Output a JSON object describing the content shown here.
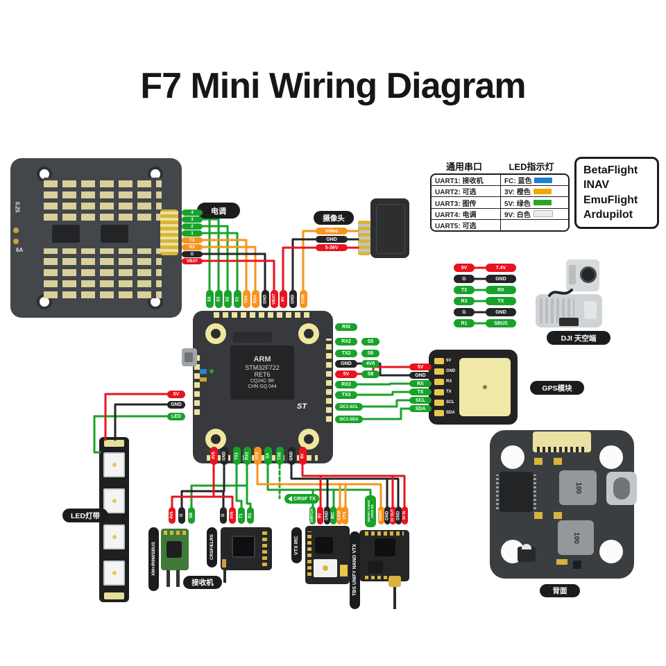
{
  "title": "F7 Mini Wiring Diagram",
  "uart_table": {
    "col1_header": "通用串口",
    "col2_header": "LED指示灯",
    "rows": [
      {
        "uart": "UART1: 接收机",
        "led": "FC: 蓝色",
        "color": "#1d7fd1"
      },
      {
        "uart": "UART2: 可选",
        "led": "3V: 橙色",
        "color": "#f7a600"
      },
      {
        "uart": "UART3: 图传",
        "led": "5V: 绿色",
        "color": "#2aa52a"
      },
      {
        "uart": "UART4: 电调",
        "led": "9V: 白色",
        "color": "#ececec"
      },
      {
        "uart": "UART5: 可选",
        "led": "",
        "color": ""
      }
    ]
  },
  "firmware": {
    "items": [
      "BetaFlight",
      "INAV",
      "EmuFlight",
      "Ardupilot"
    ]
  },
  "esc": {
    "label": "电调",
    "board_text": "0.25",
    "board_text2": "6A",
    "pins": [
      "4",
      "3",
      "2",
      "1",
      "TX",
      "RX",
      "G",
      "VBAT"
    ]
  },
  "camera": {
    "label": "摄像头",
    "pins": [
      "Video",
      "GND",
      "5-36V"
    ]
  },
  "dji": {
    "label": "DJI 天空端",
    "wires": [
      {
        "from": "9V",
        "to": "7.4V"
      },
      {
        "from": "G",
        "to": "GND"
      },
      {
        "from": "T3",
        "to": "RX"
      },
      {
        "from": "R3",
        "to": "TX"
      },
      {
        "from": "G",
        "to": "GND"
      },
      {
        "from": "R1",
        "to": "SBUS"
      }
    ]
  },
  "gps": {
    "label": "GPS模块",
    "wire_pins": [
      "5V",
      "GND",
      "RX",
      "TX",
      "SCL",
      "SDA"
    ],
    "pads": [
      "5V",
      "GND",
      "RX",
      "TX",
      "SCL",
      "SDA"
    ]
  },
  "fc": {
    "chip": {
      "line1": "ARM",
      "line2": "STM32F722",
      "line3": "RET6",
      "line4": "CQ24C 9R",
      "line5": "CHN GQ 044"
    },
    "logo": "ST",
    "top_pins": [
      "S4",
      "S3",
      "S2",
      "S1",
      "TX4",
      "RX4",
      "GND",
      "VBAT",
      "9V",
      "GND",
      "CAM"
    ],
    "right_pins": [
      "RSI",
      "RX2",
      "TX2",
      "GND",
      "5V",
      "RX3",
      "TX3",
      "I2C1-SCL",
      "I2C1-SDA"
    ],
    "aux_pins": [
      "S5",
      "S6",
      "4V5",
      "S8"
    ],
    "left_pins": [
      "5V",
      "GND",
      "LED"
    ],
    "bottom_pins": [
      "4V5",
      "GND",
      "TX1",
      "RX1",
      "VTX",
      "SA",
      "TX6",
      "GND",
      "9V"
    ],
    "crsf_note": "CRSF TX"
  },
  "led_strip": {
    "label": "LED灯带"
  },
  "receivers": {
    "label": "接收机",
    "rx1": {
      "name": "XM+/R9M/SBUS",
      "pins": [
        "4V5",
        "G",
        "SB"
      ]
    },
    "rx2": {
      "name": "CRSF/ELRS",
      "pins": [
        "G",
        "4V5",
        "T1",
        "R1"
      ]
    }
  },
  "vtx_irc": {
    "name": "VTX IRC",
    "pins": [
      "SWITCH",
      "9V",
      "GND",
      "IRC",
      "CAM",
      "VTX"
    ]
  },
  "vtx_tbs": {
    "name": "TBS UNIFY NANO VTX",
    "sa_line1": "SMART AUDIO",
    "sa_line2": "CRSF RX",
    "pins": [
      "VIDEO",
      "GND",
      "5V OUT",
      "GND",
      "9V IN"
    ]
  },
  "back": {
    "label": "背面",
    "inductor": "100"
  },
  "colors": {
    "wire_green": "#19a22b",
    "wire_orange": "#f7941d",
    "wire_red": "#e8131f",
    "wire_black": "#232426",
    "pad_yellow": "#ece39a"
  }
}
